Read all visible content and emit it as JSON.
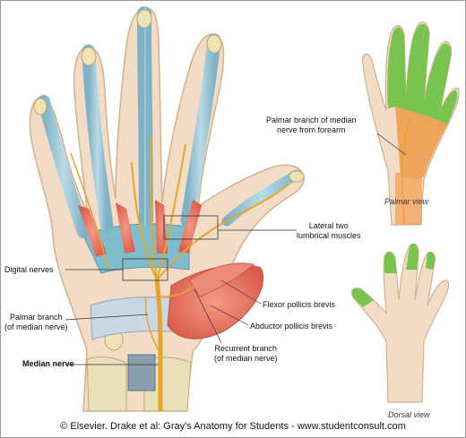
{
  "labels": {
    "lateral_lumbricals": [
      "Lateral two",
      "lumbrical muscles"
    ],
    "digital_nerves": "Digital nerves",
    "palmar_branch": "Palmar branch",
    "palmar_branch_sub": "(of median nerve)",
    "median_nerve": "Median nerve",
    "flexor_pollicis_brevis": "Flexor pollicis brevis",
    "abductor_pollicis_brevis": "Abductor pollicis brevis",
    "recurrent_branch": "Recurrent branch",
    "recurrent_branch_sub": "(of median nerve)",
    "palmar_branch_forearm": [
      "Palmar branch of median",
      "nerve from forearm"
    ]
  },
  "views": {
    "palmar": "Palmar view",
    "dorsal": "Dorsal view"
  },
  "credit": "© Elsevier. Drake et al: Gray's Anatomy for Students - www.studentconsult.com",
  "colors": {
    "skin": "#f3dcc6",
    "skin_outline": "#d3b08e",
    "tendon": "#9fcad8",
    "tendon_dark": "#6d9fb4",
    "muscle": "#e8735f",
    "nerve": "#e3a62b",
    "bone": "#e9dfb8",
    "innervation_green": "#79c34f",
    "innervation_orange": "#f0a35a"
  }
}
